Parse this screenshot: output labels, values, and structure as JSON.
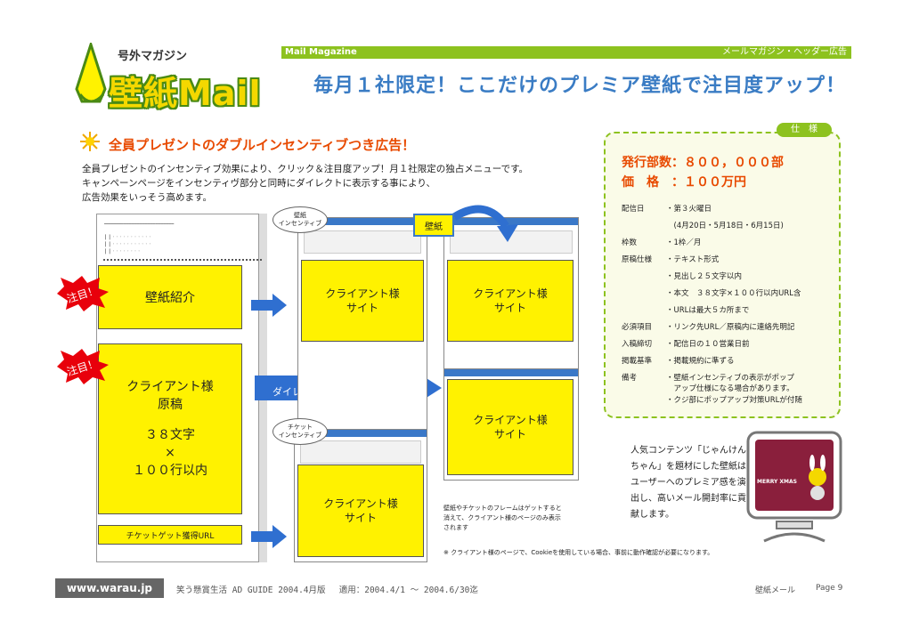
{
  "header": {
    "logo_small": "号外マガジン",
    "logo_big": "壁紙Mail",
    "bar_left": "Mail Magazine",
    "bar_right": "メールマガジン・ヘッダー広告",
    "headline": "毎月１社限定！ここだけのプレミア壁紙で注目度アップ！"
  },
  "section": {
    "title": "全員プレゼントのダブルインセンティブつき広告！",
    "intro": [
      "全員プレゼントのインセンティブ効果により、クリック＆注目度アップ！月１社限定の独占メニューです。",
      "キャンペーンページをインセンティヴ部分と同時にダイレクトに表示する事により、",
      "広告効果をいっそう高めます。"
    ]
  },
  "diagram": {
    "burst": "注目！",
    "wallpaper_intro": "壁紙紹介",
    "original_lines": [
      "クライアント様",
      "原稿",
      "",
      "３８文字",
      "×",
      "１００行以内"
    ],
    "ticket_url": "チケットゲット獲得URL",
    "direct_link": "ダイレクトにリンク",
    "bubble_wallpaper": [
      "壁紙",
      "インセンティブ"
    ],
    "bubble_ticket": [
      "チケット",
      "インセンティブ"
    ],
    "wallpaper_tag": "壁紙",
    "client_lines": [
      "クライアント様",
      "サイト"
    ],
    "frame_note": [
      "壁紙やチケットのフレームはゲットすると",
      "消えて、クライアント様のページのみ表示",
      "されます"
    ],
    "cookie_note": "※ クライアント様のページで、Cookieを使用している場合、事前に動作確認が必要になります。"
  },
  "spec": {
    "tab": "仕　様",
    "issue_count": "発行部数：８００，０００部",
    "price": "価　格　：１００万円",
    "rows": [
      {
        "key": "配信日",
        "value": "・第３火曜日"
      },
      {
        "key": "",
        "value": "　(4月20日・5月18日・6月15日)"
      },
      {
        "key": "枠数",
        "value": "・1枠／月"
      },
      {
        "key": "原稿仕様",
        "value": "・テキスト形式"
      },
      {
        "key": "",
        "value": "・見出し２５文字以内"
      },
      {
        "key": "",
        "value": "・本文　３８文字×１００行以内URL含"
      },
      {
        "key": "",
        "value": "・URLは最大５カ所まで"
      },
      {
        "key": "必須項目",
        "value": "・リンク先URL／原稿内に連絡先明記"
      },
      {
        "key": "入稿締切",
        "value": "・配信日の１０営業日前"
      },
      {
        "key": "掲載基準",
        "value": "・掲載規約に準ずる"
      },
      {
        "key": "備考",
        "value": "・壁紙インセンティブの表示がポップ"
      },
      {
        "key": "",
        "value": "　アップ仕様になる場合があります。"
      },
      {
        "key": "",
        "value": "・クジ部にポップアップ対策URLが付随"
      }
    ]
  },
  "promo": {
    "lines": [
      "人気コンテンツ「じゃんけん",
      "ちゃん」を題材にした壁紙は、",
      "ユーザーへのプレミア感を演",
      "出し、高いメール開封率に貢",
      "献します。"
    ],
    "screen_title": "MERRY XMAS"
  },
  "footer": {
    "badge": "www.warau.jp",
    "text": "笑う懸賞生活 AD GUIDE 2004.4月版　 適用：2004.4/1 ～ 2004.6/30迄",
    "right": "壁紙メール",
    "page": "Page 9"
  },
  "colors": {
    "accent_green": "#8dc21f",
    "headline_blue": "#3a7cc4",
    "title_orange": "#e84a00",
    "box_yellow": "#fff200"
  }
}
